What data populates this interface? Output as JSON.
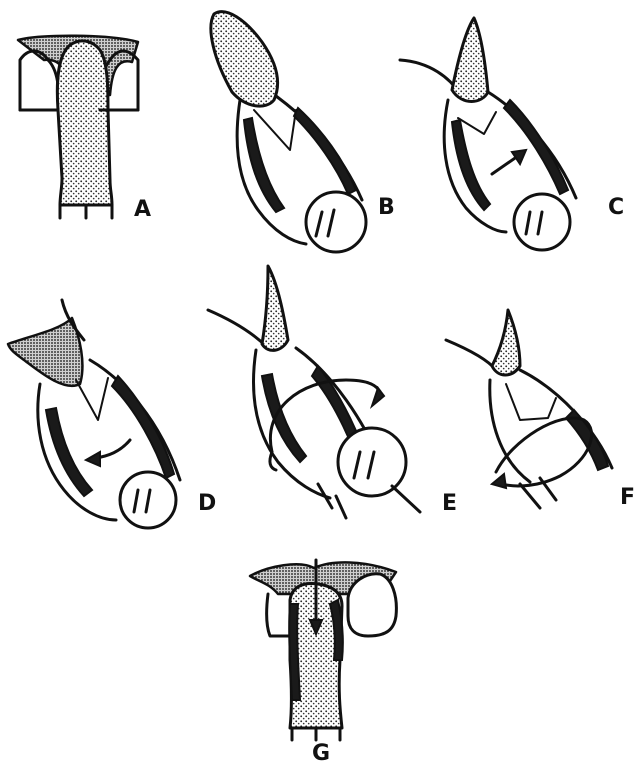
{
  "panels": [
    {
      "id": "A",
      "label": "A"
    },
    {
      "id": "B",
      "label": "B"
    },
    {
      "id": "C",
      "label": "C"
    },
    {
      "id": "D",
      "label": "D"
    },
    {
      "id": "E",
      "label": "E"
    },
    {
      "id": "F",
      "label": "F"
    },
    {
      "id": "G",
      "label": "G"
    }
  ]
}
